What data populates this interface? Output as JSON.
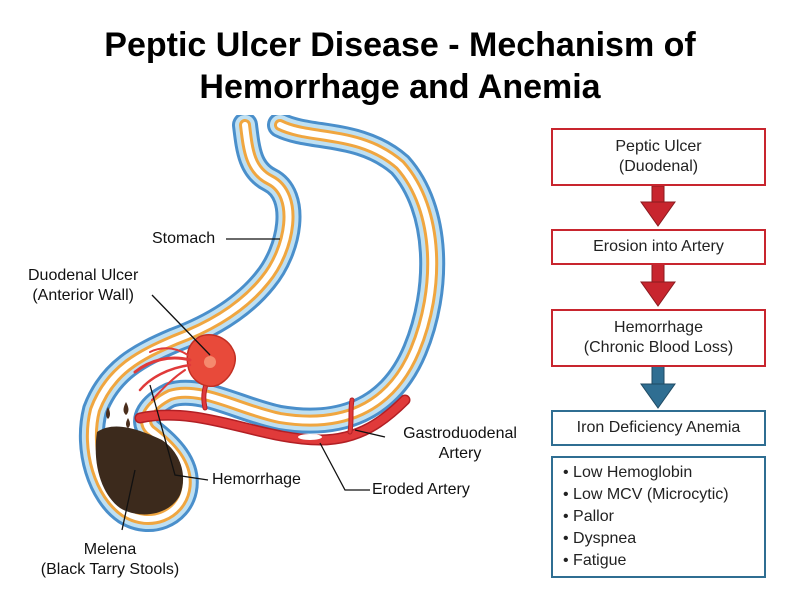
{
  "title": {
    "line1": "Peptic Ulcer Disease - Mechanism of",
    "line2": "Hemorrhage and Anemia"
  },
  "labels": {
    "stomach": "Stomach",
    "duodenal_ulcer": [
      "Duodenal Ulcer",
      "(Anterior Wall)"
    ],
    "hemorrhage": "Hemorrhage",
    "melena": [
      "Melena",
      "(Black Tarry Stools)"
    ],
    "gastroduodenal_artery": [
      "Gastroduodenal",
      "Artery"
    ],
    "eroded_artery": "Eroded Artery"
  },
  "flowchart": {
    "steps": [
      {
        "lines": [
          "Peptic Ulcer",
          "(Duodenal)"
        ]
      },
      {
        "lines": [
          "Erosion into Artery"
        ]
      },
      {
        "lines": [
          "Hemorrhage",
          "(Chronic Blood Loss)"
        ]
      },
      {
        "lines": [
          "Iron Deficiency Anemia"
        ]
      }
    ],
    "symptoms": [
      "Low Hemoglobin",
      "Low MCV (Microcytic)",
      "Pallor",
      "Dyspnea",
      "Fatigue"
    ]
  },
  "colors": {
    "wall_outer": "#4a8fcb",
    "wall_fill": "#bfe0f2",
    "mucosa": "#f0a640",
    "artery": "#e03a3a",
    "ulcer": "#e84a3a",
    "melena": "#3c2a1c",
    "flow_red": "#c8252e",
    "flow_blue": "#2f6e92"
  }
}
